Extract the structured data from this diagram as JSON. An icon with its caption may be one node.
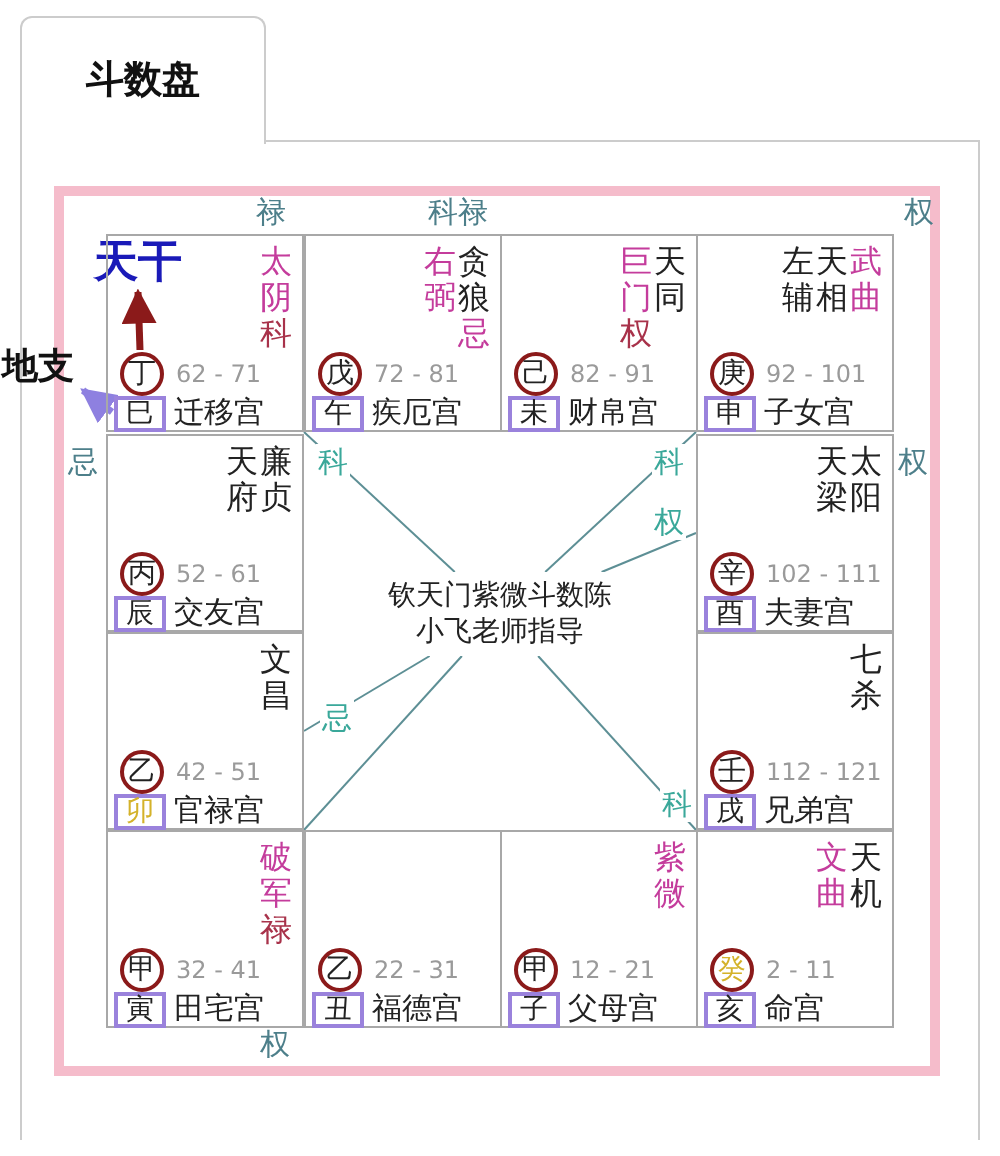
{
  "diagram": {
    "title": "斗数盘",
    "nodes": [
      {
        "text": [
          "天干"
        ]
      },
      {
        "text": [
          "地支"
        ]
      },
      {
        "text": [
          "太阴",
          "科",
          "62 - 71",
          "迁移宫"
        ]
      },
      {
        "text": [
          "丁"
        ],
        "in": 2
      },
      {
        "text": [
          "巳"
        ],
        "in": 2
      },
      {
        "text": [
          "右弼",
          "贪狼",
          "忌",
          "72 - 81",
          "疾厄宫"
        ]
      },
      {
        "text": [
          "戊"
        ],
        "in": 5
      },
      {
        "text": [
          "午"
        ],
        "in": 5
      },
      {
        "text": [
          "巨门",
          "权",
          "天同",
          "82 - 91",
          "财帛宫"
        ]
      },
      {
        "text": [
          "己"
        ],
        "in": 8
      },
      {
        "text": [
          "未"
        ],
        "in": 8
      },
      {
        "text": [
          "左辅",
          "天相",
          "武曲",
          "92 - 101",
          "子女宫"
        ]
      },
      {
        "text": [
          "庚"
        ],
        "in": 11
      },
      {
        "text": [
          "申"
        ],
        "in": 11
      },
      {
        "text": [
          "天府",
          "廉贞",
          "52 - 61",
          "交友宫"
        ]
      },
      {
        "text": [
          "丙"
        ],
        "in": 14
      },
      {
        "text": [
          "辰"
        ],
        "in": 14
      },
      {
        "text": [
          "钦天门紫微斗数陈小飞老师指导"
        ]
      },
      {
        "text": [
          "天梁",
          "太阳",
          "102 - 111",
          "夫妻宫"
        ]
      },
      {
        "text": [
          "辛"
        ],
        "in": 18
      },
      {
        "text": [
          "酉"
        ],
        "in": 18
      },
      {
        "text": [
          "文昌",
          "42 - 51",
          "官禄宫"
        ]
      },
      {
        "text": [
          "乙"
        ],
        "in": 21
      },
      {
        "text": [
          "卯"
        ],
        "in": 21
      },
      {
        "text": [
          "七杀",
          "112 - 121",
          "兄弟宫"
        ]
      },
      {
        "text": [
          "壬"
        ],
        "in": 24
      },
      {
        "text": [
          "戌"
        ],
        "in": 24
      },
      {
        "text": [
          "破军",
          "禄",
          "32 - 41",
          "田宅宫"
        ]
      },
      {
        "text": [
          "甲"
        ],
        "in": 27
      },
      {
        "text": [
          "寅"
        ],
        "in": 27
      },
      {
        "text": [
          "22 - 31",
          "福德宫"
        ]
      },
      {
        "text": [
          "乙"
        ],
        "in": 30
      },
      {
        "text": [
          "丑"
        ],
        "in": 30
      },
      {
        "text": [
          "紫微",
          "12 - 21",
          "父母宫"
        ]
      },
      {
        "text": [
          "甲"
        ],
        "in": 33
      },
      {
        "text": [
          "子"
        ],
        "in": 33
      },
      {
        "text": [
          "文曲",
          "天机",
          "2 - 11",
          "命宫"
        ]
      },
      {
        "text": [
          "癸"
        ],
        "in": 36
      },
      {
        "text": [
          "亥"
        ],
        "in": 36
      }
    ],
    "edges": [
      {
        "from": 3,
        "to": 0,
        "arrow": "to",
        "style": "thick",
        "color": "#8b1a1a"
      },
      {
        "from": 4,
        "to": 1,
        "arrow": "to",
        "style": "thick",
        "color": "#8e80e0"
      },
      {
        "from": 17,
        "to": 2,
        "arrow": "none",
        "label": "科"
      },
      {
        "from": 17,
        "to": 11,
        "arrow": "none",
        "label": "科"
      },
      {
        "from": 17,
        "to": 18,
        "arrow": "none",
        "label": "权"
      },
      {
        "from": 17,
        "to": 21,
        "arrow": "none",
        "label": "忌"
      },
      {
        "from": 17,
        "to": 27,
        "arrow": "none"
      },
      {
        "from": 17,
        "to": 36,
        "arrow": "none",
        "label": "科"
      }
    ],
    "labels": [
      "禄",
      "科禄",
      "权",
      "忌",
      "权",
      "权"
    ]
  }
}
